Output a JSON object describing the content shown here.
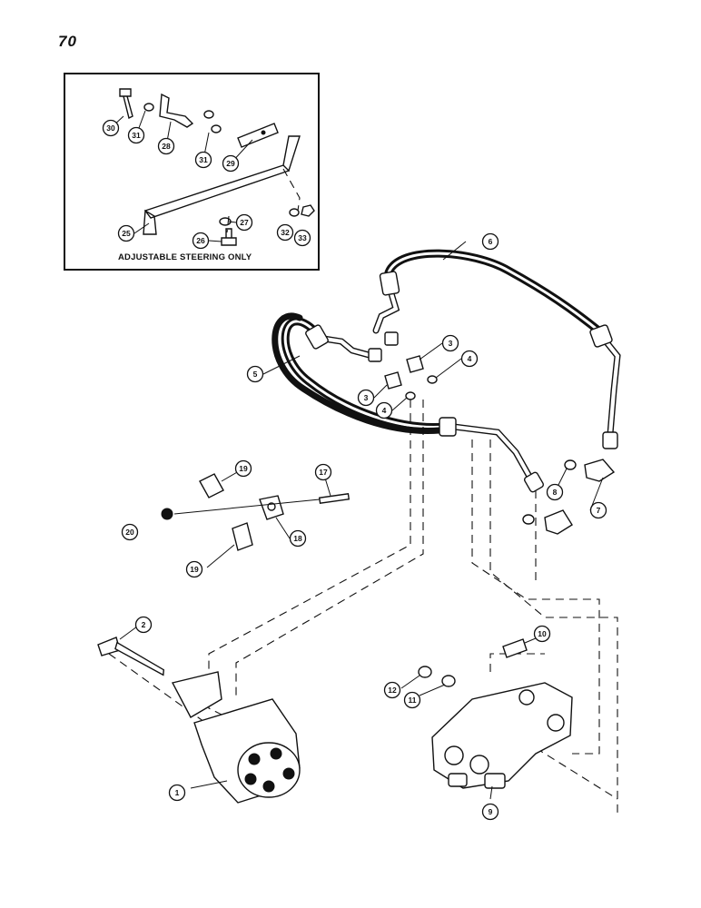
{
  "page_number": "70",
  "inset": {
    "caption": "ADJUSTABLE STEERING ONLY"
  },
  "callouts": {
    "c1": "1",
    "c2": "2",
    "c3a": "3",
    "c3b": "3",
    "c4a": "4",
    "c4b": "4",
    "c5": "5",
    "c6": "6",
    "c7": "7",
    "c8": "8",
    "c9": "9",
    "c10": "10",
    "c11": "11",
    "c12": "12",
    "c17": "17",
    "c18": "18",
    "c19a": "19",
    "c19b": "19",
    "c20": "20",
    "c25": "25",
    "c26": "26",
    "c27": "27",
    "c28": "28",
    "c29": "29",
    "c30": "30",
    "c31a": "31",
    "c31b": "31",
    "c32": "32",
    "c33": "33"
  }
}
